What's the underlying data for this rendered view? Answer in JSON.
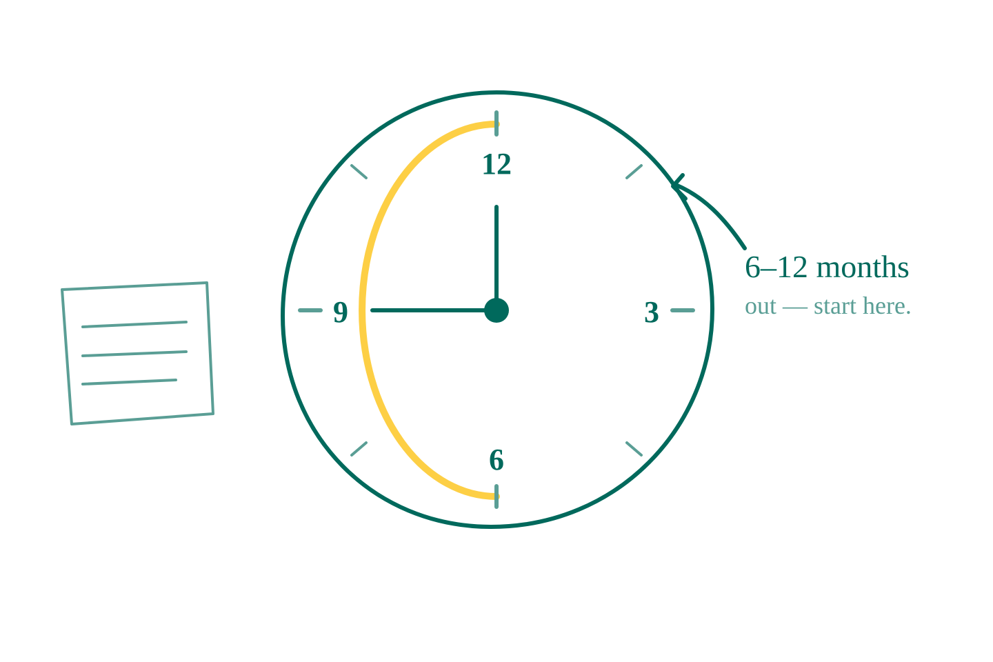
{
  "clock": {
    "numbers": {
      "top": "12",
      "right": "3",
      "bottom": "6",
      "left": "9"
    },
    "time_shown": "9:00",
    "highlighted_range": {
      "from": "12",
      "to": "6",
      "side": "left"
    }
  },
  "callout": {
    "title": "6–12 months",
    "subtitle": "out — start here."
  },
  "icons": {
    "document": "document-lines-icon",
    "clock": "clock-icon"
  },
  "colors": {
    "primary": "#00695c",
    "muted": "#5a9e95",
    "highlight": "#fdcf45",
    "background": "#ffffff"
  }
}
